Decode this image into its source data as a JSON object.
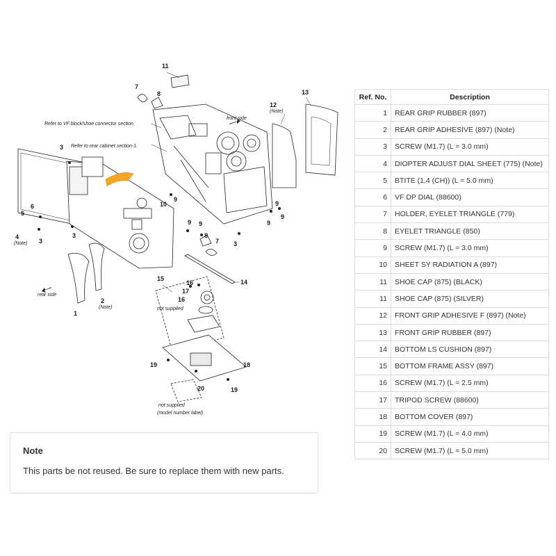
{
  "diagram": {
    "labels": {
      "refer_vf": "Refer to VF block/shoe connector section.",
      "refer_rear": "Refer to rear cabinet section-1.",
      "front_side": "front side",
      "rear_side": "rear side",
      "not_supplied_1": "not supplied",
      "not_supplied_2": "not supplied",
      "model_label": "(model number label)",
      "note_12": "(Note)",
      "note_4": "(Note)",
      "note_2": "(Note)"
    },
    "callouts": {
      "c1": "1",
      "c2": "2",
      "c3a": "3",
      "c3b": "3",
      "c3c": "3",
      "c3d": "3",
      "c4": "4",
      "c5": "5",
      "c6": "6",
      "c7a": "7",
      "c7b": "7",
      "c8a": "8",
      "c8b": "8",
      "c9a": "9",
      "c9b": "9",
      "c9c": "9",
      "c9d": "9",
      "c9e": "9",
      "c9f": "9",
      "c10": "10",
      "c11": "11",
      "c12": "12",
      "c13": "13",
      "c14": "14",
      "c15": "15",
      "c16a": "16",
      "c16b": "16",
      "c17": "17",
      "c18": "18",
      "c19a": "19",
      "c19b": "19",
      "c20": "20"
    }
  },
  "table": {
    "headers": {
      "ref": "Ref. No.",
      "description": "Description"
    },
    "rows": [
      {
        "ref": "1",
        "description": "REAR GRIP RUBBER (897)"
      },
      {
        "ref": "2",
        "description": "REAR GRIP ADHESIVE (897) (Note)"
      },
      {
        "ref": "3",
        "description": "SCREW (M1.7) (L = 3.0 mm)"
      },
      {
        "ref": "4",
        "description": "DIOPTER ADJUST DIAL SHEET (775) (Note)"
      },
      {
        "ref": "5",
        "description": "BTITE (1.4 (CH)) (L = 5.0 mm)"
      },
      {
        "ref": "6",
        "description": "VF DP DIAL (88600)"
      },
      {
        "ref": "7",
        "description": "HOLDER, EYELET TRIANGLE (779)"
      },
      {
        "ref": "8",
        "description": "EYELET TRIANGLE (850)"
      },
      {
        "ref": "9",
        "description": "SCREW (M1.7) (L = 3.0 mm)"
      },
      {
        "ref": "10",
        "description": "SHEET SY RADIATION A (897)"
      },
      {
        "ref": "11",
        "description": "SHOE CAP (875) (BLACK)"
      },
      {
        "ref": "11",
        "description": "SHOE CAP (875) (SILVER)"
      },
      {
        "ref": "12",
        "description": "FRONT GRIP ADHESIVE F (897) (Note)"
      },
      {
        "ref": "13",
        "description": "FRONT GRIP RUBBER (897)"
      },
      {
        "ref": "14",
        "description": "BOTTOM LS CUSHION (897)"
      },
      {
        "ref": "15",
        "description": "BOTTOM FRAME ASSY (897)"
      },
      {
        "ref": "16",
        "description": "SCREW (M1.7) (L = 2.5 mm)"
      },
      {
        "ref": "17",
        "description": "TRIPOD SCREW (88600)"
      },
      {
        "ref": "18",
        "description": "BOTTOM COVER (897)"
      },
      {
        "ref": "19",
        "description": "SCREW (M1.7) (L = 4.0 mm)"
      },
      {
        "ref": "20",
        "description": "SCREW (M1.7) (L = 5.0 mm)"
      }
    ]
  },
  "note": {
    "title": "Note",
    "text": "This parts be not reused. Be sure to replace them with new parts."
  },
  "colors": {
    "line": "#222222",
    "cable": "#f5a623",
    "border": "#dcdcdc"
  }
}
